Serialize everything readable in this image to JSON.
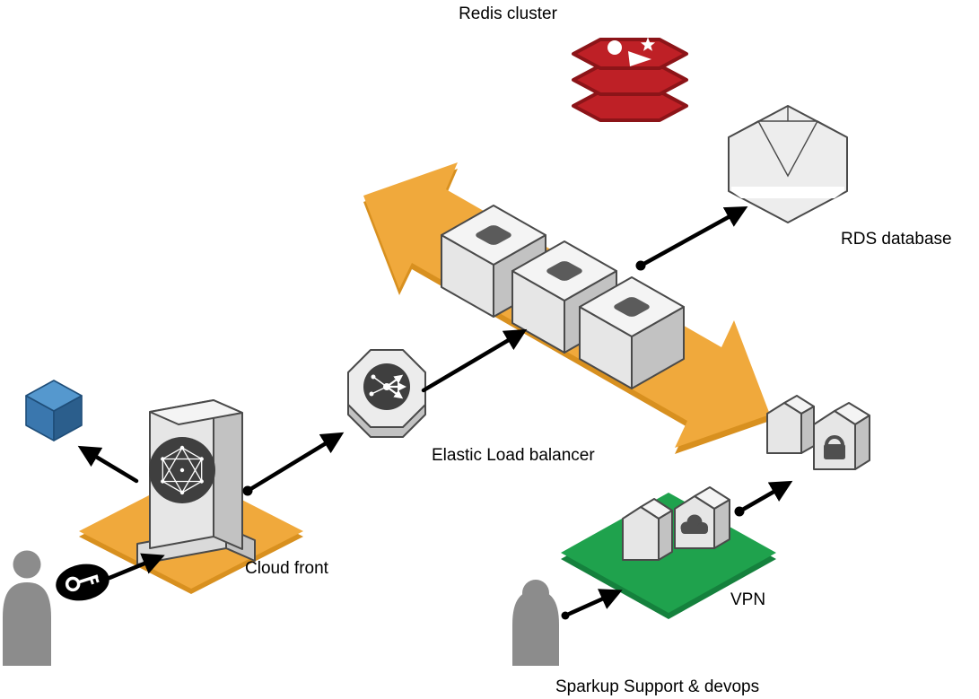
{
  "labels": {
    "redis_cluster": "Redis cluster",
    "rds_database": "RDS database",
    "elastic_load_balancer": "Elastic Load balancer",
    "cloud_front": "Cloud front",
    "vpn": "VPN",
    "sparkup_support": "Sparkup Support & devops"
  },
  "colors": {
    "traffic_band_yellow": "#F0A93C",
    "traffic_band_yellow_dark": "#D8901F",
    "cloudfront_plane_yellow": "#F0A93C",
    "vpn_plane_green": "#1FA24D",
    "vpn_plane_green_dark": "#15813D",
    "redis_red": "#BE2026",
    "redis_red_dark": "#8C1418",
    "client_cube_blue_top": "#5598CE",
    "client_cube_blue_left": "#3A77AE",
    "client_cube_blue_right": "#2B5E8C",
    "icon_dark_gray": "#3F3F3F",
    "glyph_dark_gray": "#4F4F4F",
    "person_gray": "#8C8C8C",
    "arrow_black": "#000000",
    "badge_black": "#000000"
  },
  "nodes": [
    {
      "id": "end-user",
      "type": "person"
    },
    {
      "id": "auth-key-badge",
      "type": "key-badge"
    },
    {
      "id": "client-cube",
      "type": "cube"
    },
    {
      "id": "cloud-front",
      "type": "cdn"
    },
    {
      "id": "elastic-load-balancer",
      "type": "load-balancer"
    },
    {
      "id": "app-server-cluster",
      "type": "server-cubes",
      "count": 3
    },
    {
      "id": "redis-cluster",
      "type": "cache"
    },
    {
      "id": "rds-database",
      "type": "database"
    },
    {
      "id": "security-gateways",
      "type": "gateway-pair-lock"
    },
    {
      "id": "vpn",
      "type": "vpn-plane"
    },
    {
      "id": "support-devops",
      "type": "person"
    }
  ],
  "edges": [
    {
      "from": "end-user",
      "to": "cloud-front"
    },
    {
      "from": "cloud-front",
      "to": "client-cube"
    },
    {
      "from": "cloud-front",
      "to": "elastic-load-balancer"
    },
    {
      "from": "elastic-load-balancer",
      "to": "app-server-cluster"
    },
    {
      "from": "app-server-cluster",
      "to": "rds-database"
    },
    {
      "from": "vpn",
      "to": "security-gateways"
    },
    {
      "from": "support-devops",
      "to": "vpn"
    }
  ]
}
